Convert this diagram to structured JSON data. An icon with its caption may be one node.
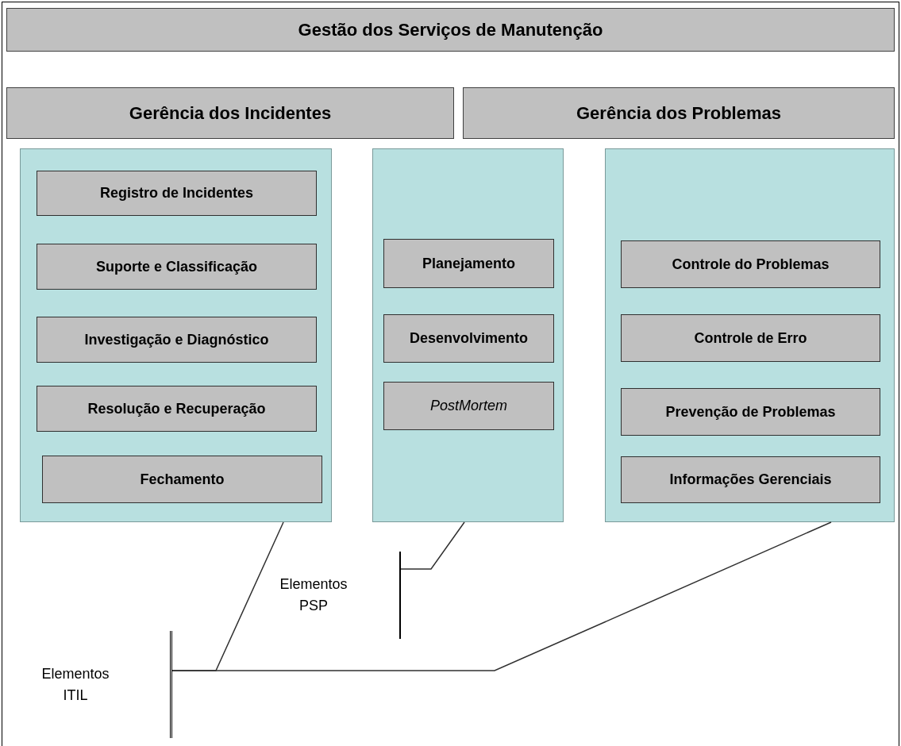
{
  "diagram": {
    "nodes": [
      {
        "text": [
          "Gestão dos Serviços de Manutenção"
        ]
      },
      {
        "text": [
          "Gerência dos Incidentes"
        ]
      },
      {
        "text": [
          "Gerência dos Problemas"
        ]
      },
      {
        "text": [],
        "shape": "box"
      },
      {
        "text": [
          "Registro de Incidentes"
        ],
        "in": 3
      },
      {
        "text": [
          "Suporte e Classificação"
        ],
        "in": 3
      },
      {
        "text": [
          "Investigação e Diagnóstico"
        ],
        "in": 3
      },
      {
        "text": [
          "Resolução e Recuperação"
        ],
        "in": 3
      },
      {
        "text": [
          "Fechamento"
        ],
        "in": 3
      },
      {
        "text": [],
        "shape": "box"
      },
      {
        "text": [
          "Planejamento"
        ],
        "in": 9
      },
      {
        "text": [
          "Desenvolvimento"
        ],
        "in": 9
      },
      {
        "text": [
          "PostMortem"
        ],
        "in": 9
      },
      {
        "text": [],
        "shape": "box"
      },
      {
        "text": [
          "Controle do Problemas"
        ],
        "in": 13
      },
      {
        "text": [
          "Controle de Erro"
        ],
        "in": 13
      },
      {
        "text": [
          "Prevenção de Problemas"
        ],
        "in": 13
      },
      {
        "text": [
          "Informações Gerenciais"
        ],
        "in": 13
      },
      {
        "text": [
          "Elementos ITIL"
        ]
      },
      {
        "text": [
          "Elementos PSP"
        ]
      }
    ],
    "edges": [
      {
        "from": 18,
        "to": 3,
        "arrow": "none"
      },
      {
        "from": 18,
        "to": 13,
        "arrow": "none"
      },
      {
        "from": 19,
        "to": 9,
        "arrow": "none"
      }
    ]
  }
}
